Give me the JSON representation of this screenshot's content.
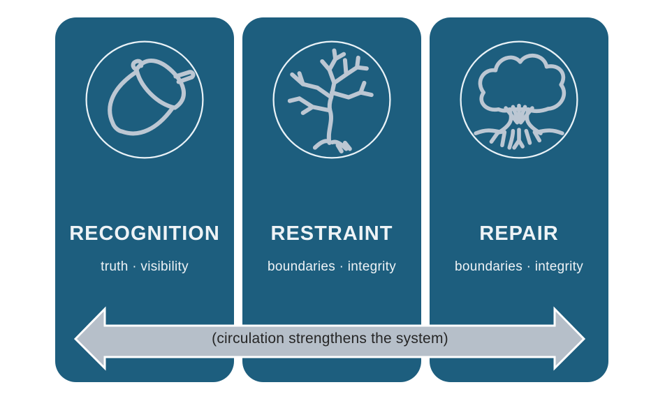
{
  "diagram_title": "three-r-growth-cycle",
  "panels": [
    {
      "title": "RECOGNITION",
      "subtitle": "truth · visibility",
      "icon": "acorn-icon"
    },
    {
      "title": "RESTRAINT",
      "subtitle": "boundaries · integrity",
      "icon": "bare-tree-icon"
    },
    {
      "title": "REPAIR",
      "subtitle": "boundaries · integrity",
      "icon": "tree-with-roots-icon"
    }
  ],
  "arrow": {
    "label": "(circulation strengthens the system)",
    "direction": "bidirectional"
  },
  "colors": {
    "panel-bg": "#1d5e7e",
    "icon-stroke": "#bcc7d3",
    "circle-stroke": "#e9f2f7",
    "title-text": "#eef3f6",
    "arrow-fill": "#b6bfc9",
    "arrow-outline": "#ffffff",
    "arrow-text": "#262626"
  }
}
